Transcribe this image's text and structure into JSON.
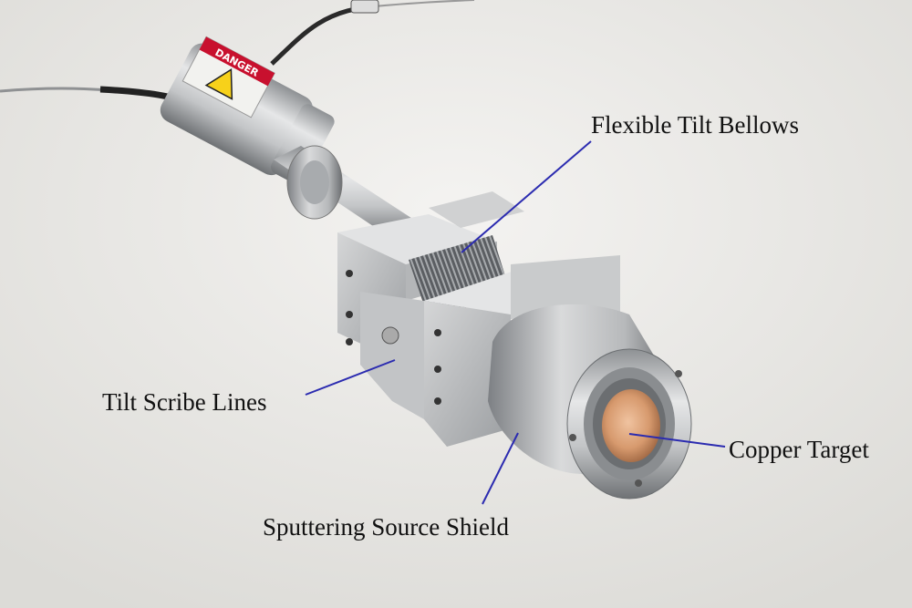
{
  "labels": {
    "flexible_tilt_bellows": "Flexible Tilt Bellows",
    "tilt_scribe_lines": "Tilt Scribe Lines",
    "copper_target": "Copper Target",
    "sputtering_source_shield": "Sputtering Source Shield"
  },
  "warning_label_text": "DANGER",
  "colors": {
    "background": "#ecebe8",
    "leader_line": "#2b2bb0",
    "steel": "#b9bbbd",
    "copper": "#d79a6e"
  }
}
